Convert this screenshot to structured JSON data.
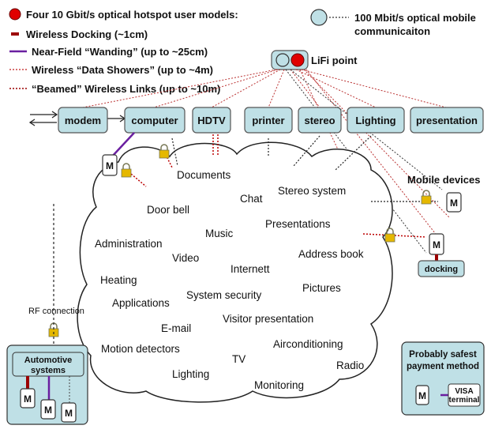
{
  "legend": {
    "title": "Four 10 Gbit/s optical hotspot user models:",
    "items": [
      "Wireless Docking (~1cm)",
      "Near-Field “Wanding” (up to ~25cm)",
      "Wireless “Data Showers” (up to ~4m)",
      "“Beamed” Wireless Links (up to ~10m)"
    ],
    "mobile_comm_line1": "100 Mbit/s optical mobile",
    "mobile_comm_line2": "communicaiton"
  },
  "lifi_label": "LiFi point",
  "devices": [
    "modem",
    "computer",
    "HDTV",
    "printer",
    "stereo",
    "Lighting",
    "presentation"
  ],
  "cloud_words": [
    "Documents",
    "Chat",
    "Stereo system",
    "Door bell",
    "Music",
    "Presentations",
    "Administration",
    "Video",
    "Address book",
    "Internett",
    "Heating",
    "Pictures",
    "Applications",
    "System security",
    "Visitor presentation",
    "E-mail",
    "Airconditioning",
    "Motion detectors",
    "TV",
    "Radio",
    "Lighting",
    "Monitoring"
  ],
  "mobile_devices": "Mobile devices",
  "device_m": "M",
  "docking": "docking",
  "rf_connection": "RF connection",
  "automotive": {
    "line1": "Automotive",
    "line2": "systems"
  },
  "payment": {
    "line1": "Probably safest",
    "line2": "payment method",
    "visa1": "VISA",
    "visa2": "terminal"
  },
  "colors": {
    "docking": "#9b0000",
    "wanding": "#6a1fa0",
    "lifi_red": "#e00000",
    "box_fill": "#bfe0e6"
  },
  "icons": [
    "red-dot-icon",
    "light-blue-dot-icon",
    "lock-icon"
  ]
}
